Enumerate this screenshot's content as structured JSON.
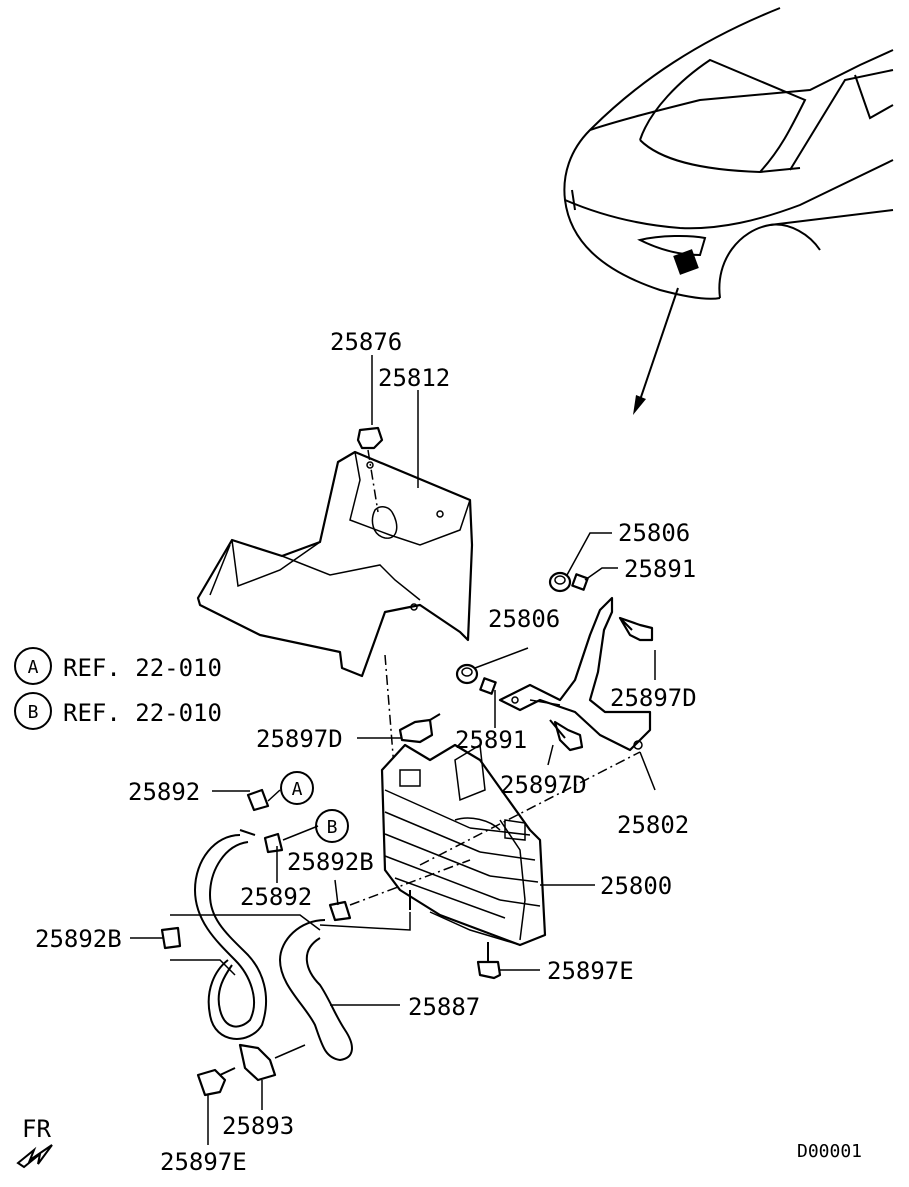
{
  "diagram_id": "D00001",
  "direction_label": "FR",
  "legend": [
    {
      "symbol": "A",
      "text": "REF. 22-010"
    },
    {
      "symbol": "B",
      "text": "REF. 22-010"
    }
  ],
  "parts": {
    "p25876": "25876",
    "p25812": "25812",
    "p25806_top": "25806",
    "p25891_top": "25891",
    "p25806_mid": "25806",
    "p25897D_right": "25897D",
    "p25897D_left": "25897D",
    "p25891_mid": "25891",
    "p25897D_center": "25897D",
    "p25802": "25802",
    "p25892_top": "25892",
    "p25892B_right": "25892B",
    "p25892_mid": "25892",
    "p25800": "25800",
    "p25892B_left": "25892B",
    "p25897E_right": "25897E",
    "p25887": "25887",
    "p25893": "25893",
    "p25897E_bottom": "25897E"
  },
  "callouts": {
    "A": "A",
    "B": "B"
  }
}
